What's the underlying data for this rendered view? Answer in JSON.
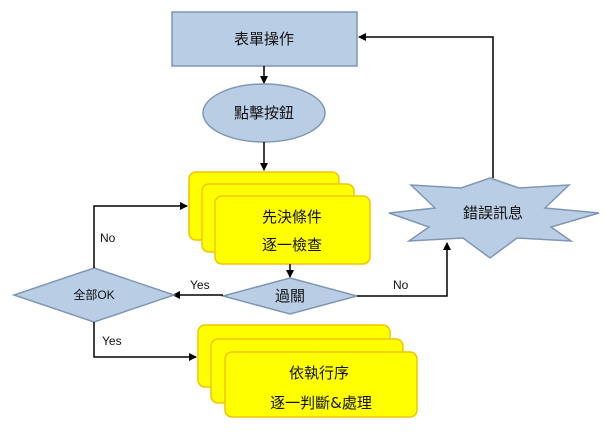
{
  "diagram": {
    "nodes": {
      "form_operation": "表單操作",
      "click_button": "點擊按鈕",
      "precondition_line1": "先決條件",
      "precondition_line2": "逐一檢查",
      "pass_check": "過關",
      "all_ok": "全部OK",
      "error_message": "錯誤訊息",
      "process_line1": "依執行序",
      "process_line2": "逐一判斷&處理"
    },
    "edge_labels": {
      "pass_yes": "Yes",
      "pass_no": "No",
      "allok_no": "No",
      "allok_yes": "Yes"
    },
    "colors": {
      "process_box": "#b9cde5",
      "process_border": "#7f97b3",
      "stack_fill": "#ffff00",
      "stack_border": "#f2c400",
      "arrow": "#000000"
    }
  }
}
